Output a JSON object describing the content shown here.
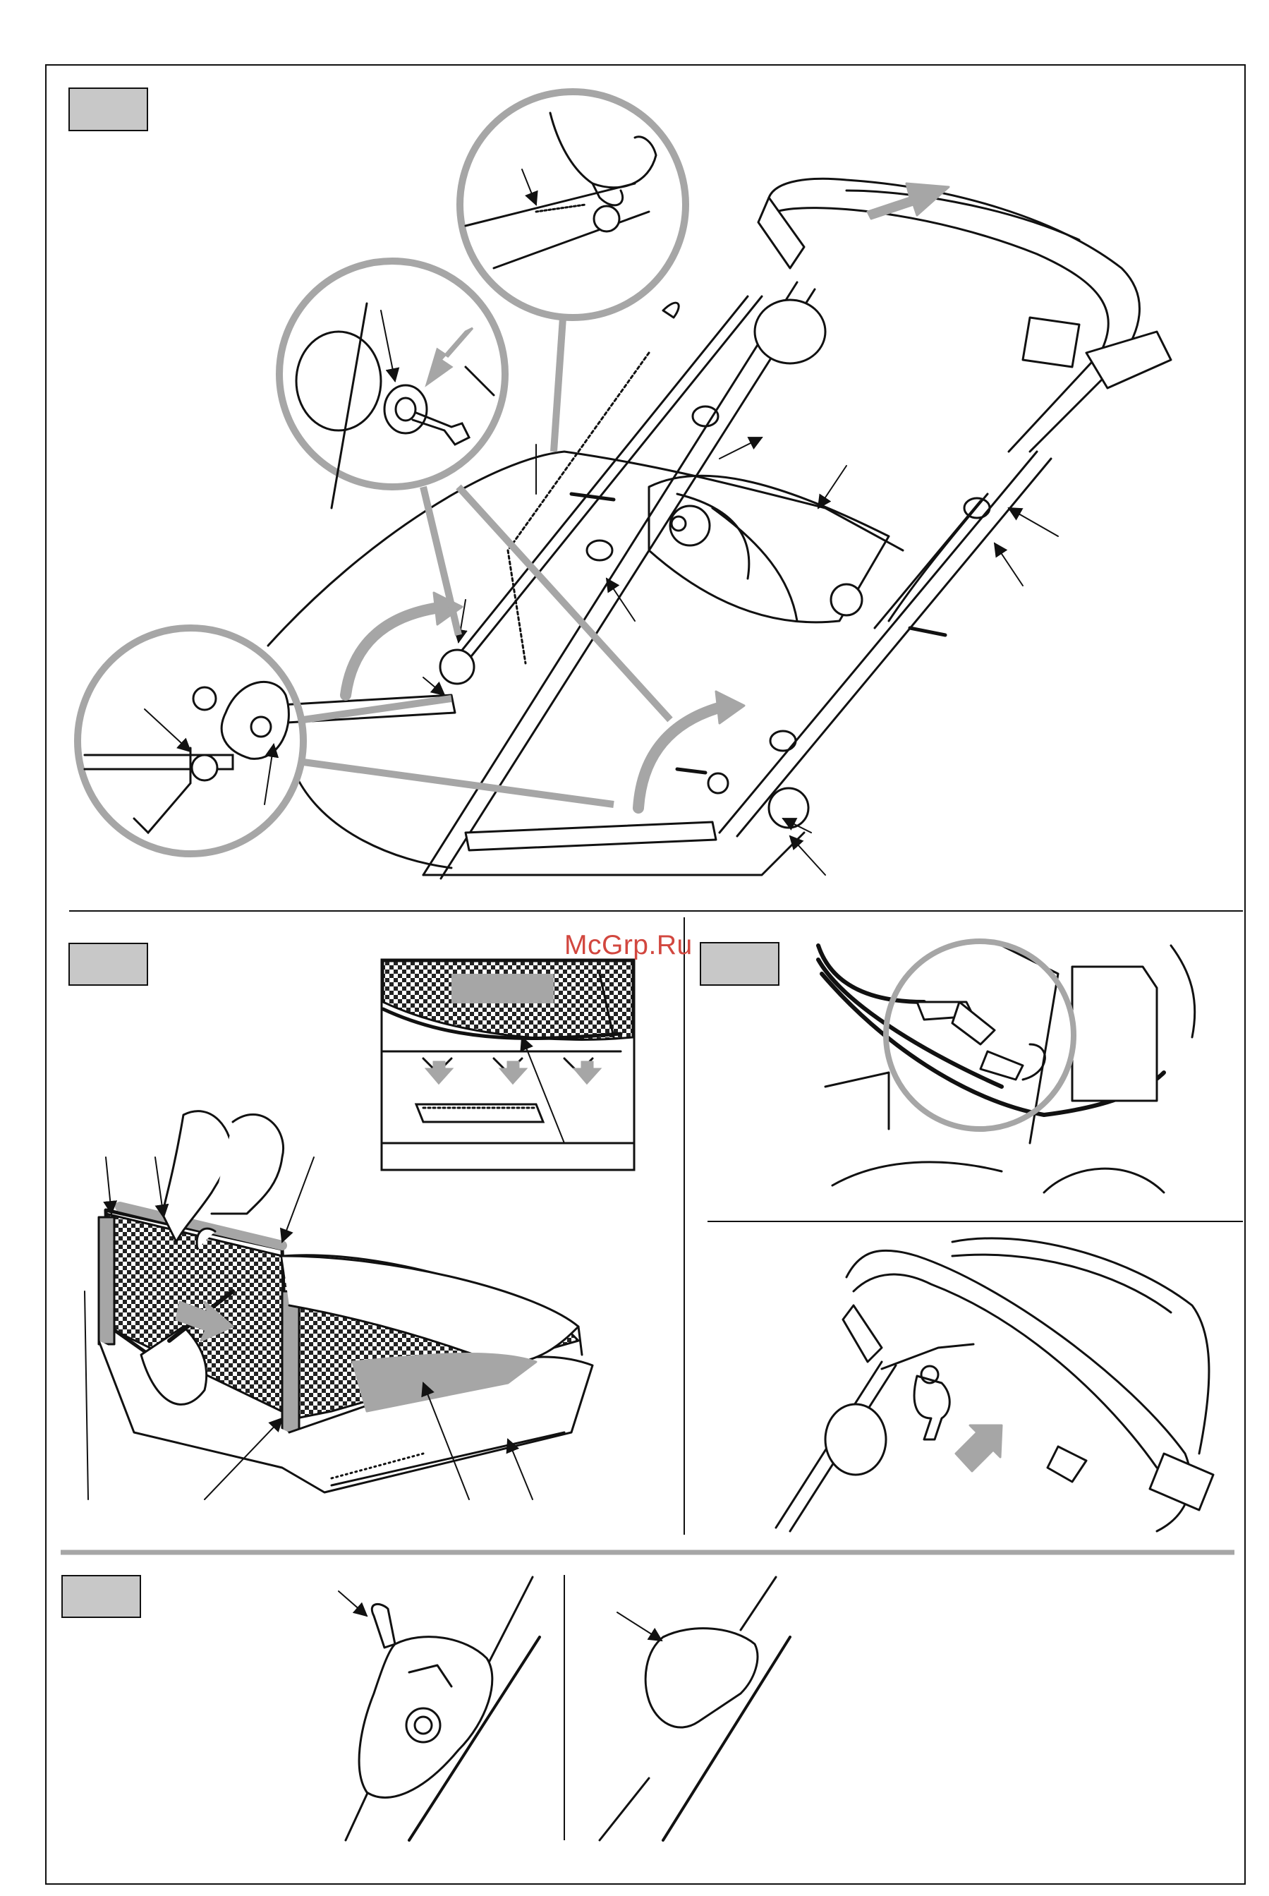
{
  "page": {
    "watermark": "McGrp.Ru"
  },
  "sections": [
    {
      "id": "assemble-handle",
      "label_box": "",
      "description_text": ""
    },
    {
      "id": "grass-bag",
      "label_box": "",
      "description_text": ""
    },
    {
      "id": "connector-and-key",
      "label_box": "",
      "description_text": ""
    },
    {
      "id": "cutting-height",
      "label_box": "",
      "description_text": ""
    }
  ],
  "colors": {
    "line": "#111111",
    "callout_grey": "#a6a6a6",
    "label_box_fill": "#c8c8c8",
    "mesh_dark": "#222222",
    "watermark": "#d2473f"
  },
  "icons": [
    "arrow-icon",
    "magnifier-callout-icon",
    "hand-icon",
    "bolt-icon",
    "knob-icon",
    "key-icon"
  ]
}
